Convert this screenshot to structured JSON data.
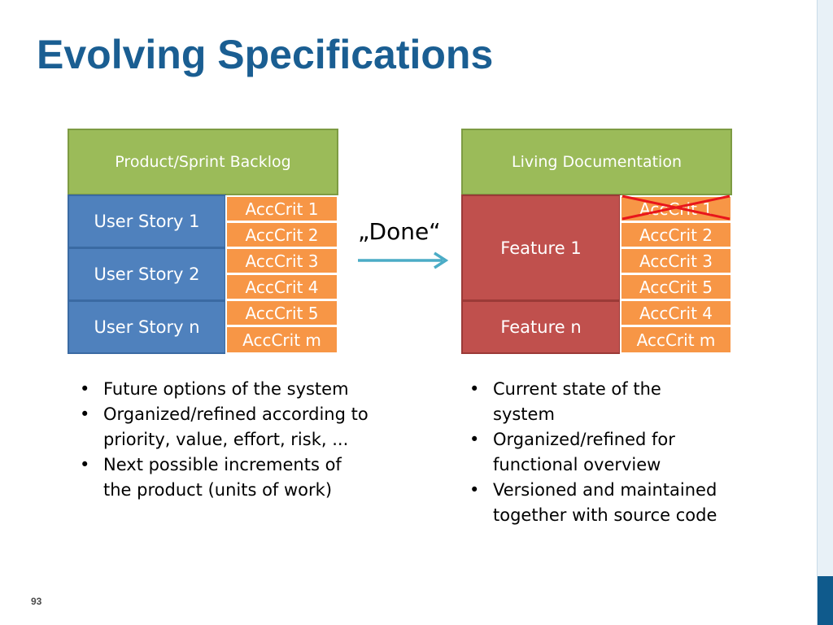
{
  "title": "Evolving Specifications",
  "page_number": "93",
  "left_diagram": {
    "header": "Product/Sprint Backlog",
    "stories": [
      "User Story 1",
      "User Story 2",
      "User Story n"
    ],
    "criteria": [
      "AccCrit 1",
      "AccCrit 2",
      "AccCrit 3",
      "AccCrit 4",
      "AccCrit 5",
      "AccCrit m"
    ]
  },
  "transition": {
    "label": "„Done“"
  },
  "right_diagram": {
    "header": "Living Documentation",
    "features": [
      "Feature 1",
      "Feature n"
    ],
    "criteria": [
      "AccCrit 1",
      "AccCrit 2",
      "AccCrit 3",
      "AccCrit 5",
      "AccCrit 4",
      "AccCrit m"
    ]
  },
  "left_bullets": [
    "Future options of the system",
    "Organized/refined according to priority, value, effort, risk, ...",
    "Next possible increments of the product (units of work)"
  ],
  "right_bullets": [
    "Current state of the system",
    "Organized/refined for functional overview",
    "Versioned and maintained together with source code"
  ],
  "colors": {
    "title": "#1a5e92",
    "header_green": "#9bbb59",
    "story_blue": "#4f81bd",
    "feature_red": "#c0504d",
    "criteria_orange": "#f79646",
    "arrow_teal": "#4bacc6",
    "cross_red": "#e8161b"
  }
}
